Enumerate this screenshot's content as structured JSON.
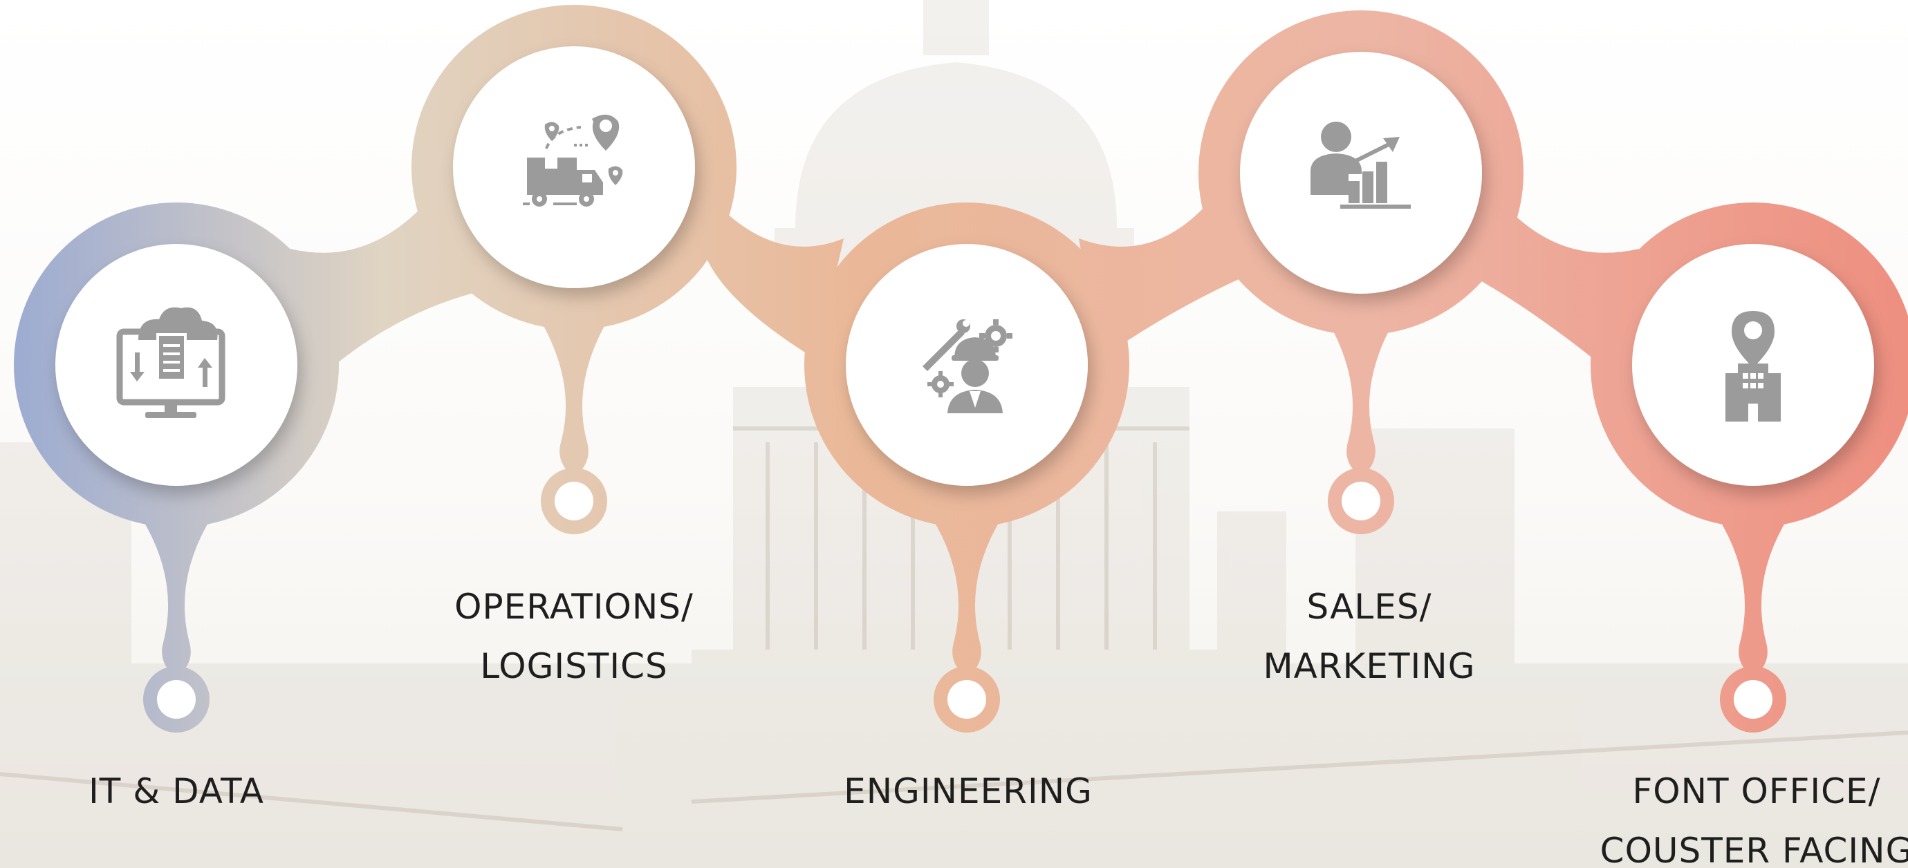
{
  "colors": {
    "it": "#9aaad2",
    "operations": "#e0d4c2",
    "engineering": "#eab898",
    "sales": "#edb5a4",
    "front_office": "#ee8f80",
    "icon": "#9b9b9b",
    "text": "#1e1e1e"
  },
  "steps": [
    {
      "id": "it",
      "label_lines": [
        "IT & DATA"
      ],
      "icon": "cloud-monitor-icon"
    },
    {
      "id": "operations",
      "label_lines": [
        "OPERATIONS/",
        "LOGISTICS"
      ],
      "icon": "delivery-truck-icon"
    },
    {
      "id": "engineering",
      "label_lines": [
        "ENGINEERING"
      ],
      "icon": "engineer-gears-icon"
    },
    {
      "id": "sales",
      "label_lines": [
        "SALES/",
        "MARKETING"
      ],
      "icon": "person-chart-icon"
    },
    {
      "id": "front_office",
      "label_lines": [
        "FONT OFFICE/",
        "COUSTER FACING"
      ],
      "icon": "building-pin-icon"
    }
  ]
}
